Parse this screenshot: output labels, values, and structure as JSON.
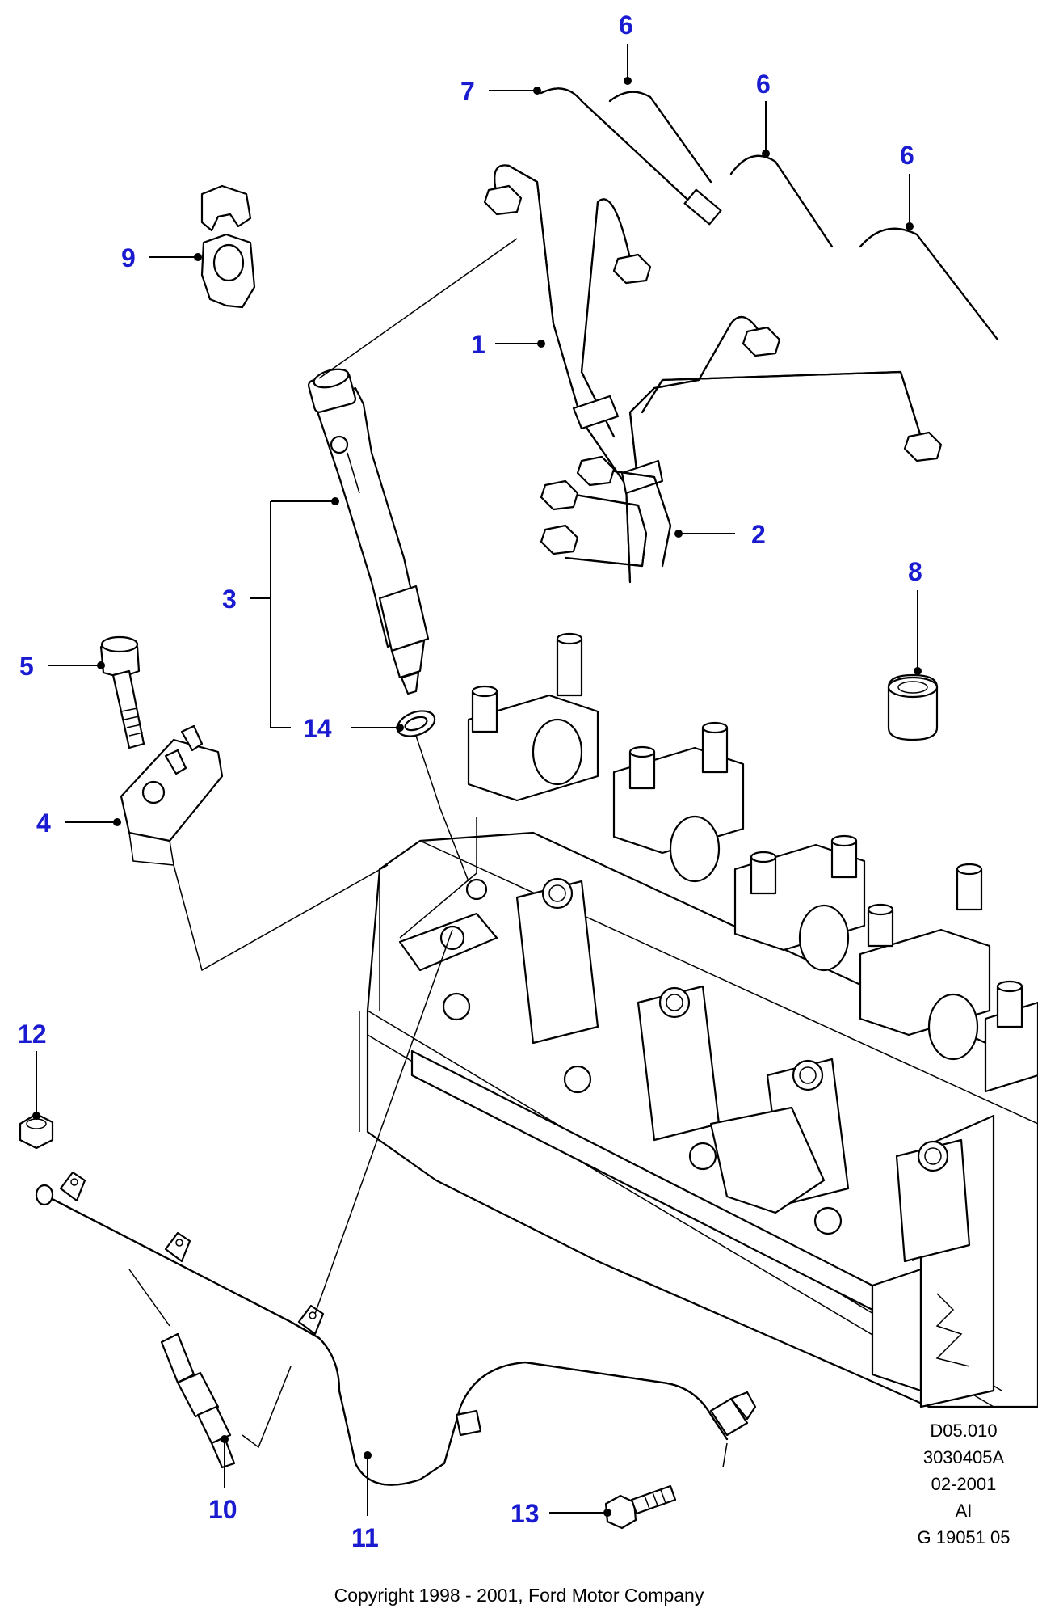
{
  "callouts": {
    "c1": "1",
    "c2": "2",
    "c3": "3",
    "c4": "4",
    "c5": "5",
    "c6a": "6",
    "c6b": "6",
    "c6c": "6",
    "c7": "7",
    "c8": "8",
    "c9": "9",
    "c10": "10",
    "c11": "11",
    "c12": "12",
    "c13": "13",
    "c14": "14"
  },
  "meta": {
    "code": "D05.010",
    "ref": "3030405A",
    "date": "02-2001",
    "ai": "AI",
    "g": "G 19051 05"
  },
  "copyright": "Copyright 1998 - 2001, Ford Motor Company"
}
